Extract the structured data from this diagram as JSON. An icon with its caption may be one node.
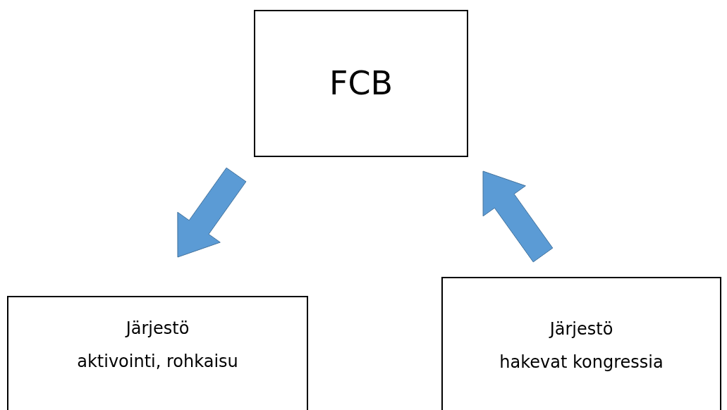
{
  "diagram": {
    "nodes": [
      {
        "text": [
          "FCB"
        ]
      },
      {
        "text": [
          "Järjestö",
          "aktivointi, rohkaisu"
        ]
      },
      {
        "text": [
          "Järjestö",
          "hakevat kongressia"
        ]
      }
    ],
    "edges": [
      {
        "from": 0,
        "to": 1,
        "arrow": "to"
      },
      {
        "from": 2,
        "to": 0,
        "arrow": "to"
      }
    ]
  }
}
